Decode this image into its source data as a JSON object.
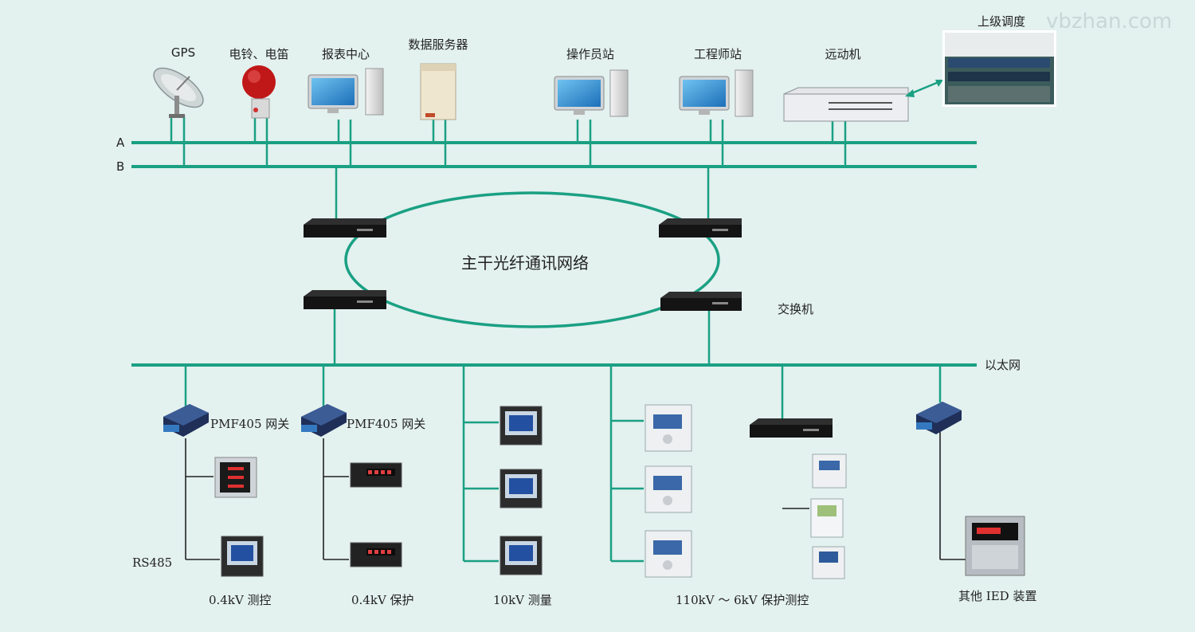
{
  "watermark": "vbzhan.com",
  "bus": {
    "a": "A",
    "b": "B"
  },
  "top_devices": {
    "gps": "GPS",
    "bell": "电铃、电笛",
    "report": "报表中心",
    "db_server": "数据服务器",
    "operator": "操作员站",
    "engineer": "工程师站",
    "rtu": "远动机",
    "dispatch": "上级调度"
  },
  "ring_label": "主干光纤通讯网络",
  "switch_label": "交换机",
  "ethernet_label": "以太网",
  "gateway1": "PMF405 网关",
  "gateway2": "PMF405 网关",
  "rs485": "RS485",
  "bottom_groups": {
    "g1": "0.4kV 测控",
    "g2": "0.4kV 保护",
    "g3": "10kV 测量",
    "g4": "110kV ～ 6kV 保护测控",
    "g5": "其他 IED 装置"
  },
  "colors": {
    "line": "#1aa083",
    "background": "#e3f1ef"
  }
}
